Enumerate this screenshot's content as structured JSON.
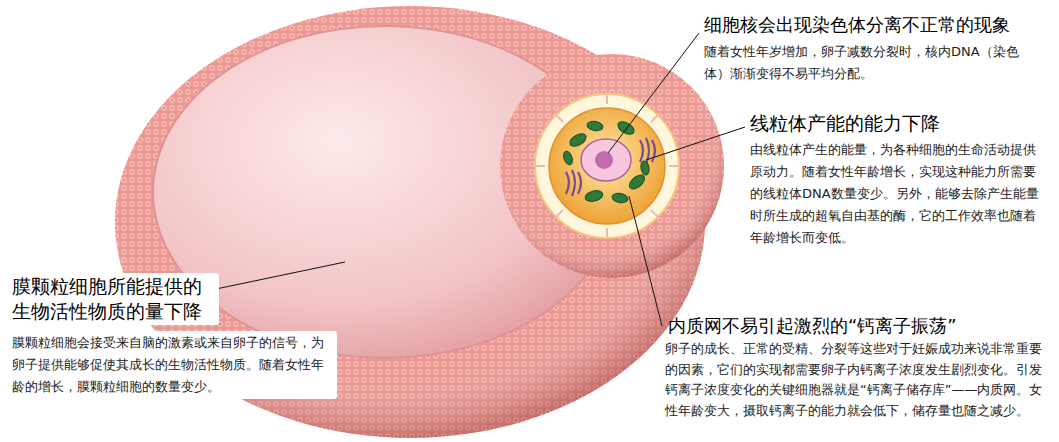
{
  "diagram": {
    "labels": [
      "细胞核会出现染色体分离不正常的现象",
      "随着女性年岁增加，卵子减数分裂时，核内DNA（染色体）渐渐变得不易平均分配。",
      "线粒体产能的能力下降",
      "由线粒体产生的能量，为各种细胞的生命活动提供原动力。随着女性年龄增长，实现这种能力所需要的线粒体DNA数量变少。另外，能够去除产生能量时所生成的超氧自由基的酶，它的工作效率也随着年龄增长而变低。",
      "内质网不易引起激烈的“钙离子振荡”",
      "卵子的成长、正常的受精、分裂等这些对于妊娠成功来说非常重要的因素，它们的实现都需要卵子内钙离子浓度发生剧烈变化。引发钙离子浓度变化的关键细胞器就是“钙离子储存库”——内质网。女性年龄变大，摄取钙离子的能力就会低下，储存量也随之减少。",
      "膜颗粒细胞所能提供的 生物活性物质的量下降",
      "膜颗粒细胞会接受来自脑的激素或来自卵子的信号，为卵子提供能够促使其成长的生物活性物质。随着女性年龄的增长，膜颗粒细胞的数量变少。"
    ]
  }
}
